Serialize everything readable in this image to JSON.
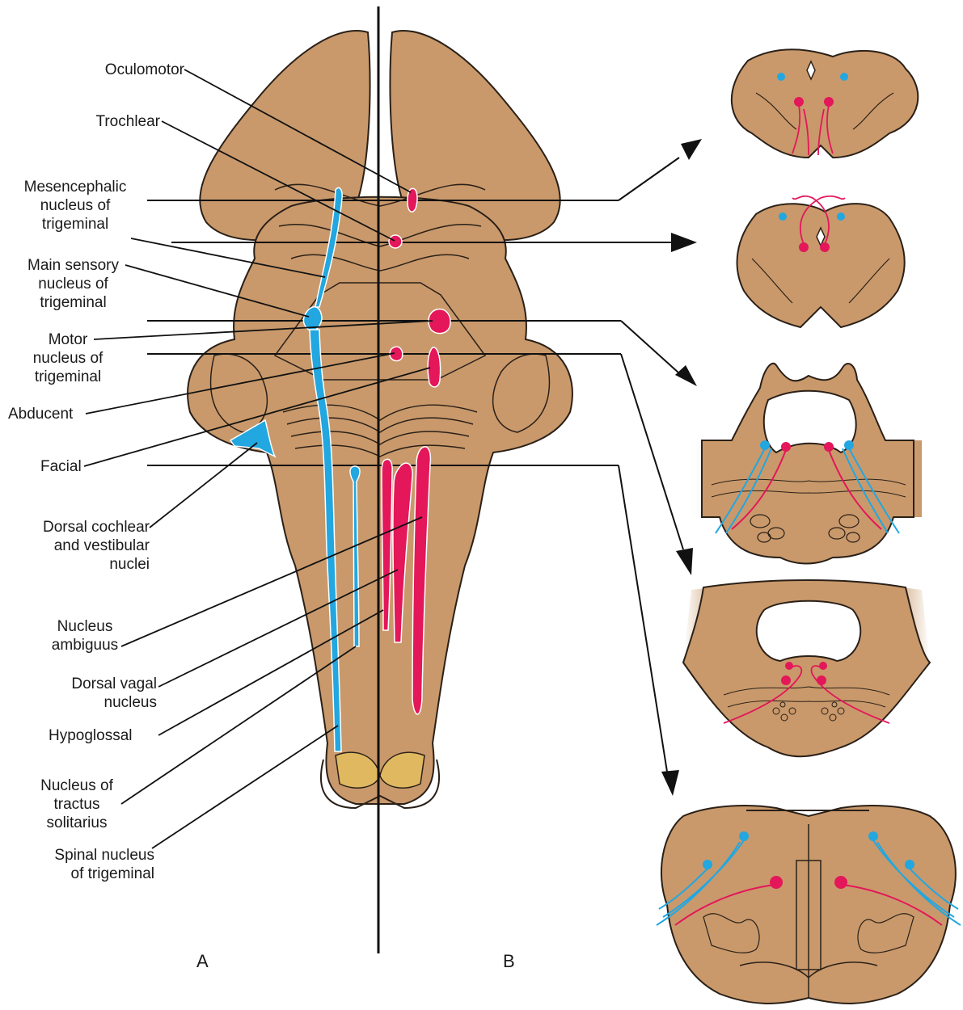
{
  "colors": {
    "tissue": "#c9996b",
    "tissue_dark": "#b8875a",
    "outline": "#2a2018",
    "sensory": "#22a7e0",
    "motor": "#e3175a",
    "gracile": "#e0b860",
    "line": "#111111"
  },
  "labels": {
    "oculomotor": "Oculomotor",
    "trochlear": "Trochlear",
    "mesencephalic": "Mesencephalic\nnucleus of\ntrigeminal",
    "main_sensory": "Main sensory\nnucleus of\ntrigeminal",
    "motor_trigeminal": "Motor\nnucleus of\ntrigeminal",
    "abducent": "Abducent",
    "facial": "Facial",
    "dorsal_cochlear": "Dorsal cochlear\nand vestibular\nnuclei",
    "nucleus_ambiguus": "Nucleus\nambiguus",
    "dorsal_vagal": "Dorsal vagal\nnucleus",
    "hypoglossal": "Hypoglossal",
    "tractus_solitarius": "Nucleus of\ntractus\nsolitarius",
    "spinal_trigeminal": "Spinal nucleus\nof trigeminal"
  },
  "panels": {
    "a": "A",
    "b": "B"
  }
}
